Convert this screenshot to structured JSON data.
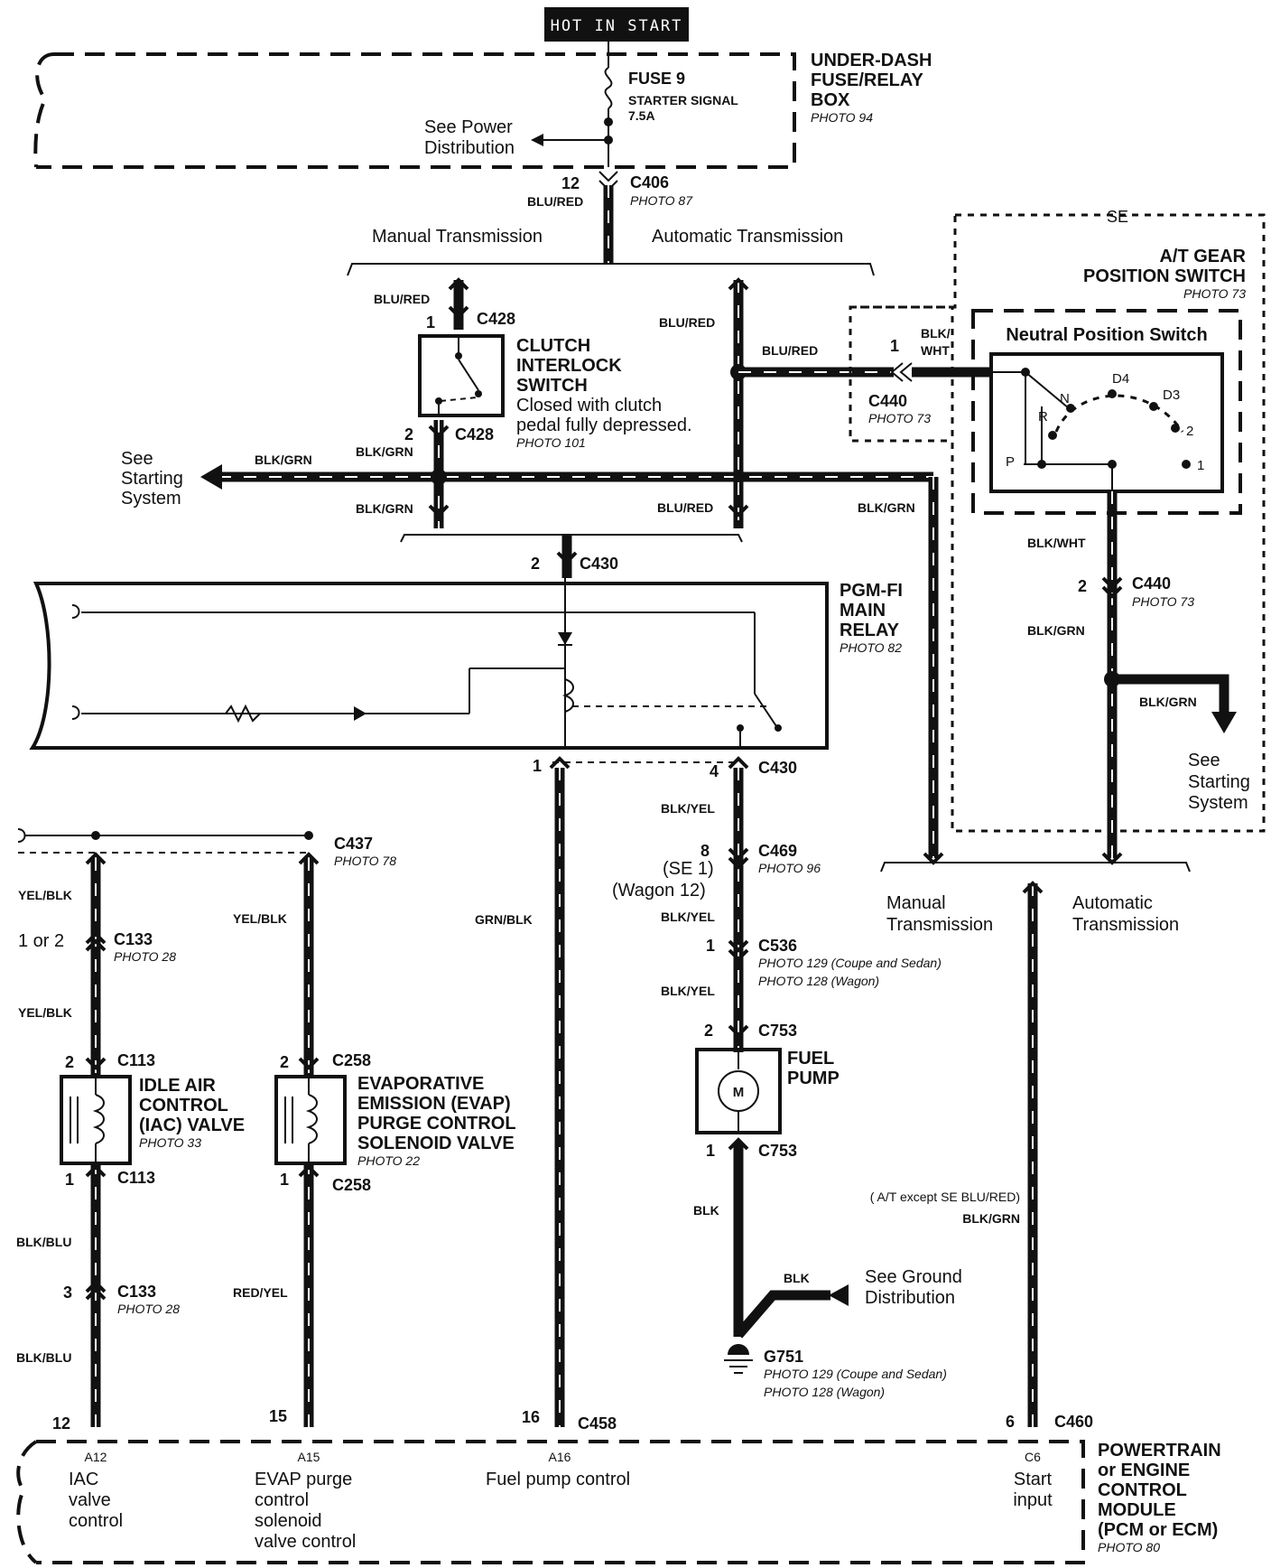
{
  "header": {
    "badge": "HOT IN START"
  },
  "components": {
    "fuse_box": {
      "name": [
        "UNDER-DASH",
        "FUSE/RELAY",
        "BOX"
      ],
      "photo": "PHOTO 94",
      "fuse": "FUSE 9",
      "fuse_desc": "STARTER SIGNAL",
      "fuse_rating": "7.5A"
    },
    "clutch_switch": {
      "name": [
        "CLUTCH",
        "INTERLOCK",
        "SWITCH"
      ],
      "desc": [
        "Closed with clutch",
        "pedal fully depressed."
      ],
      "photo": "PHOTO 101"
    },
    "gear_switch": {
      "region": "SE",
      "name": [
        "A/T GEAR",
        "POSITION SWITCH"
      ],
      "photo": "PHOTO 73",
      "inner": "Neutral Position Switch",
      "positions": [
        "R",
        "N",
        "D4",
        "D3",
        "2",
        "1",
        "P"
      ]
    },
    "main_relay": {
      "name": [
        "PGM-FI",
        "MAIN",
        "RELAY"
      ],
      "photo": "PHOTO 82"
    },
    "iac_valve": {
      "name": [
        "IDLE AIR",
        "CONTROL",
        "(IAC) VALVE"
      ],
      "photo": "PHOTO 33"
    },
    "evap_valve": {
      "name": [
        "EVAPORATIVE",
        "EMISSION (EVAP)",
        "PURGE CONTROL",
        "SOLENOID VALVE"
      ],
      "photo": "PHOTO 22"
    },
    "fuel_pump": {
      "name": [
        "FUEL",
        "PUMP"
      ],
      "motor": "M"
    },
    "pcm": {
      "name": [
        "POWERTRAIN",
        "or ENGINE",
        "CONTROL",
        "MODULE",
        "(PCM or ECM)"
      ],
      "photo": "PHOTO 80"
    }
  },
  "pcm_pins": [
    {
      "pin": "A12",
      "label": [
        "IAC",
        "valve",
        "control"
      ]
    },
    {
      "pin": "A15",
      "label": [
        "EVAP purge",
        "control",
        "solenoid",
        "valve control"
      ]
    },
    {
      "pin": "A16",
      "label": [
        "Fuel pump control"
      ]
    },
    {
      "pin": "C6",
      "label": [
        "Start",
        "input"
      ]
    }
  ],
  "references": {
    "power": [
      "See Power",
      "Distribution"
    ],
    "start_left": [
      "See",
      "Starting",
      "System"
    ],
    "start_right": [
      "See",
      "Starting",
      "System"
    ],
    "ground": [
      "See Ground",
      "Distribution"
    ]
  },
  "branches": {
    "manual_top": "Manual Transmission",
    "auto_top": "Automatic Transmission",
    "manual_bot": [
      "Manual",
      "Transmission"
    ],
    "auto_bot": [
      "Automatic",
      "Transmission"
    ]
  },
  "connectors": {
    "c406": {
      "id": "C406",
      "pin": "12",
      "photo": "PHOTO 87"
    },
    "c428a": {
      "id": "C428",
      "pin": "1"
    },
    "c428b": {
      "id": "C428",
      "pin": "2"
    },
    "c440a": {
      "id": "C440",
      "pin": "1",
      "photo": "PHOTO 73"
    },
    "c440b": {
      "id": "C440",
      "pin": "2",
      "photo": "PHOTO 73"
    },
    "c430a": {
      "id": "C430",
      "pin": "2"
    },
    "c430b": {
      "id": "C430",
      "pin1": "1",
      "pin4": "4"
    },
    "c437": {
      "id": "C437",
      "photo": "PHOTO 78"
    },
    "c133a": {
      "id": "C133",
      "pin": "1 or 2",
      "photo": "PHOTO 28"
    },
    "c133b": {
      "id": "C133",
      "pin": "3",
      "photo": "PHOTO 28"
    },
    "c113a": {
      "id": "C113",
      "pin": "2"
    },
    "c113b": {
      "id": "C113",
      "pin": "1"
    },
    "c258a": {
      "id": "C258",
      "pin": "2"
    },
    "c258b": {
      "id": "C258",
      "pin": "1"
    },
    "c469": {
      "id": "C469",
      "pin": "8",
      "photo": "PHOTO 96",
      "note1": "(SE 1)",
      "note2": "(Wagon 12)"
    },
    "c536": {
      "id": "C536",
      "pin": "1",
      "photo1": "PHOTO 129 (Coupe and Sedan)",
      "photo2": "PHOTO 128 (Wagon)"
    },
    "c753a": {
      "id": "C753",
      "pin": "2"
    },
    "c753b": {
      "id": "C753",
      "pin": "1"
    },
    "g751": {
      "id": "G751",
      "photo1": "PHOTO 129 (Coupe and Sedan)",
      "photo2": "PHOTO 128 (Wagon)"
    },
    "c458": {
      "id": "C458",
      "pin12": "12",
      "pin15": "15",
      "pin16": "16"
    },
    "c460": {
      "id": "C460",
      "pin": "6"
    }
  },
  "wires": {
    "blu_red": "BLU/RED",
    "blk_wht": "BLK/WHT",
    "blk_wht_split": [
      "BLK/",
      "WHT"
    ],
    "blk_grn": "BLK/GRN",
    "blk_yel": "BLK/YEL",
    "grn_blk": "GRN/BLK",
    "yel_blk": "YEL/BLK",
    "blk_blu": "BLK/BLU",
    "red_yel": "RED/YEL",
    "blk": "BLK",
    "at_note": "( A/T except SE BLU/RED)"
  }
}
